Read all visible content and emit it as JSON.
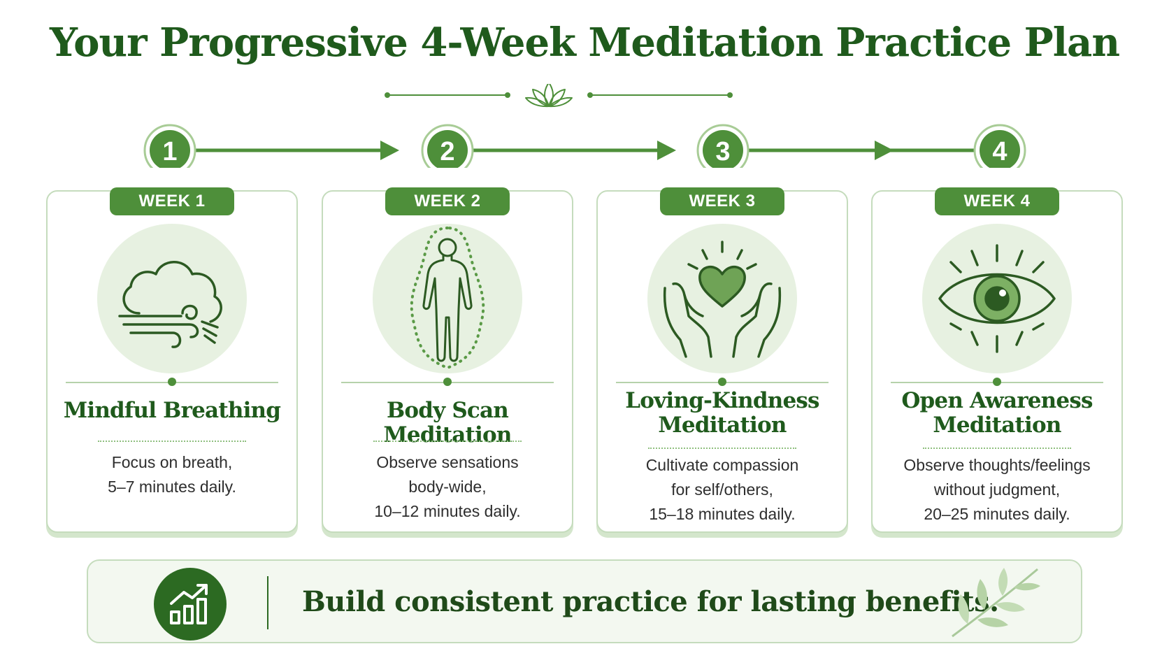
{
  "title": "Your Progressive 4-Week Meditation Practice Plan",
  "colors": {
    "accent": "#4e8f3a",
    "dark_green": "#1f5a1c",
    "light_green": "#e7f1e1",
    "border": "#c5dcbd"
  },
  "steps": [
    "1",
    "2",
    "3",
    "4"
  ],
  "weeks": [
    {
      "badge": "WEEK 1",
      "icon": "wind-cloud-icon",
      "title": "Mindful Breathing",
      "description": "Focus on breath,\n5–7 minutes daily."
    },
    {
      "badge": "WEEK 2",
      "icon": "body-outline-icon",
      "title": "Body Scan Meditation",
      "description": "Observe sensations\nbody-wide,\n10–12 minutes daily."
    },
    {
      "badge": "WEEK 3",
      "icon": "heart-hands-icon",
      "title": "Loving-Kindness\nMeditation",
      "description": "Cultivate compassion\nfor self/others,\n15–18 minutes daily."
    },
    {
      "badge": "WEEK 4",
      "icon": "eye-icon",
      "title": "Open Awareness\nMeditation",
      "description": "Observe thoughts/feelings\nwithout judgment,\n20–25 minutes daily."
    }
  ],
  "banner": {
    "text": "Build consistent practice for lasting benefits.",
    "icon": "growth-chart-icon",
    "decoration": "leaf-branch-icon"
  }
}
